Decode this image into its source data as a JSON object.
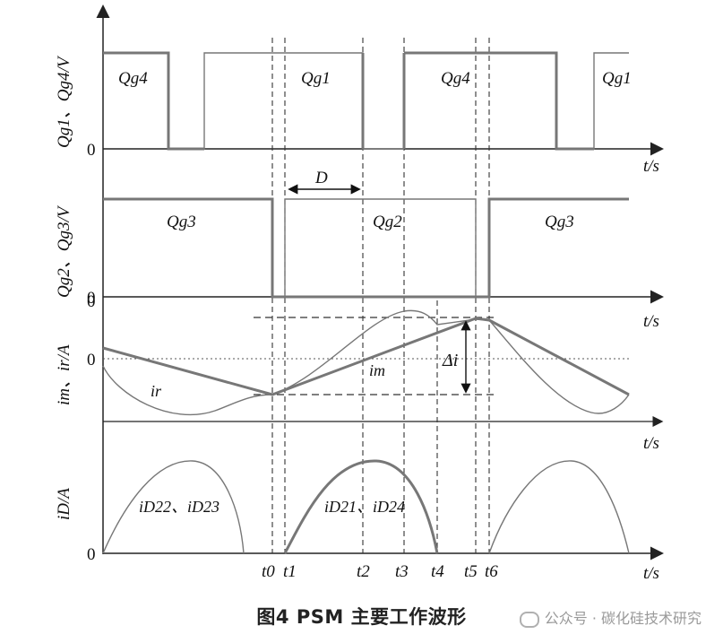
{
  "panel1": {
    "ylabel": "Qg1、Qg4/V",
    "zero": "0",
    "xlabel": "t/s",
    "pulse_labels": [
      "Qg4",
      "Qg1",
      "Qg4",
      "Qg1"
    ]
  },
  "panel2": {
    "ylabel": "Qg2、Qg3/V",
    "zero": "0",
    "xlabel": "t/s",
    "pulse_labels": [
      "Qg3",
      "Qg2",
      "Qg3"
    ],
    "D_label": "D"
  },
  "panel3": {
    "ylabel": "im、ir/A",
    "zero_top": "0",
    "zero_mid": "0",
    "xlabel": "t/s",
    "ir_label": "ir",
    "im_label": "im",
    "delta_label": "Δi"
  },
  "panel4": {
    "ylabel": "iD/A",
    "zero": "0",
    "xlabel": "t/s",
    "label_left": "iD22、iD23",
    "label_mid": "iD21、iD24",
    "time_labels": [
      "t0",
      "t1",
      "t2",
      "t3",
      "t4",
      "t5",
      "t6"
    ]
  },
  "caption": {
    "number": "图4",
    "title": "PSM 主要工作波形"
  },
  "watermark": "公众号 · 碳化硅技术研究",
  "colors": {
    "waveform": "#777777",
    "axis": "#222222",
    "dash": "#333333"
  }
}
